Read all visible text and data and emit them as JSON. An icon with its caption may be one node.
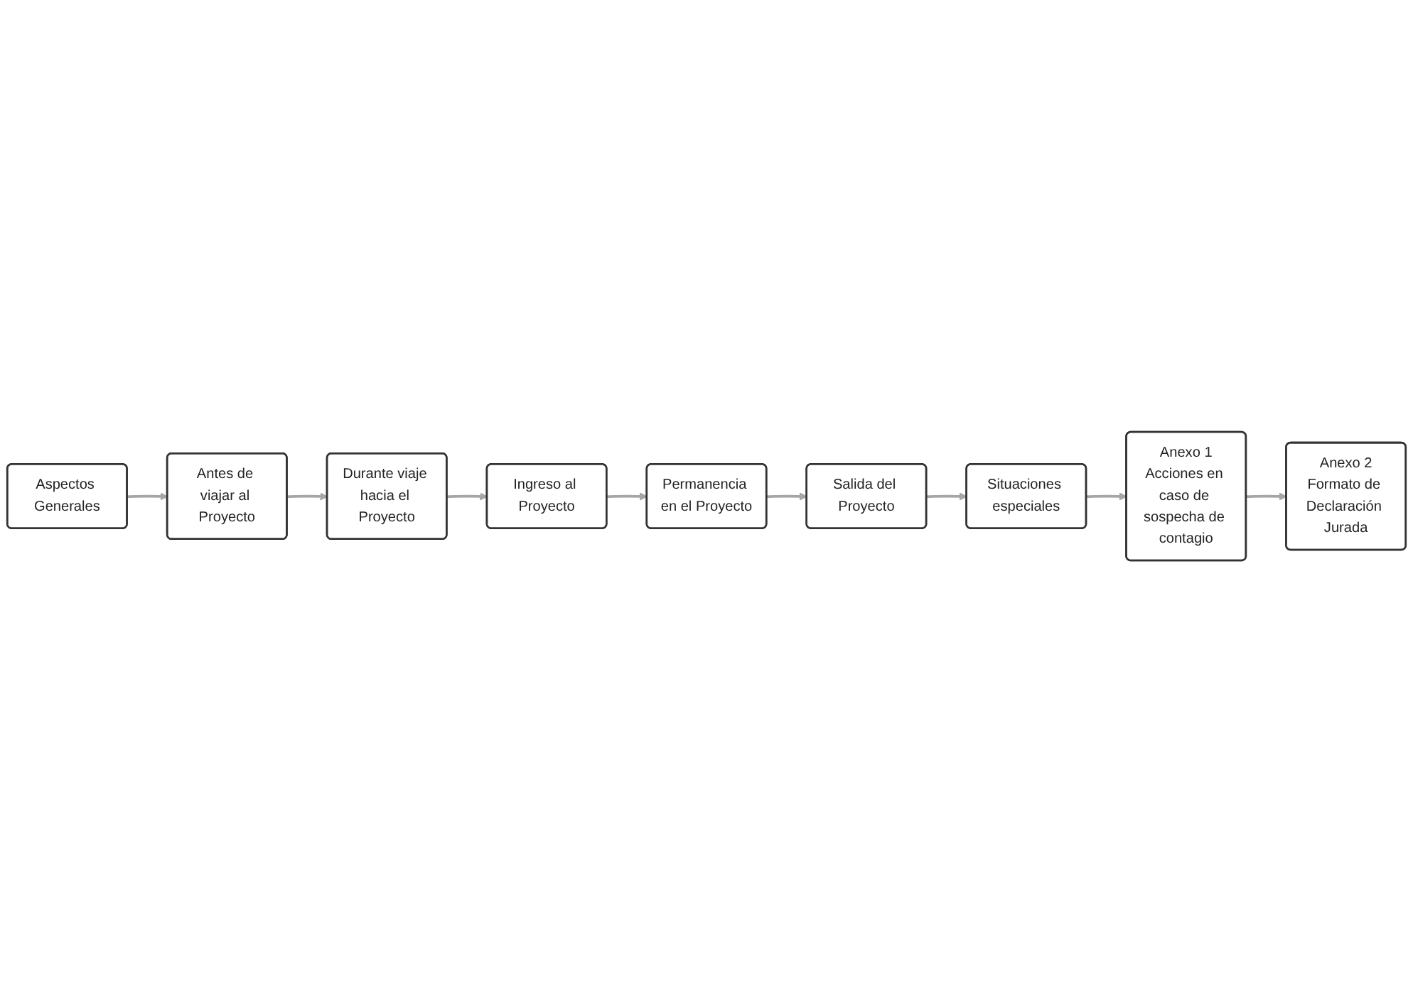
{
  "diagram": {
    "nodes": [
      {
        "text": [
          "Aspectos Generales"
        ]
      },
      {
        "text": [
          "Antes de viajar al Proyecto"
        ]
      },
      {
        "text": [
          "Durante viaje hacia el Proyecto"
        ]
      },
      {
        "text": [
          "Ingreso al Proyecto"
        ]
      },
      {
        "text": [
          "Permanencia en el Proyecto"
        ]
      },
      {
        "text": [
          "Salida del Proyecto"
        ]
      },
      {
        "text": [
          "Situaciones especiales"
        ]
      },
      {
        "text": [
          "Anexo 1",
          "Acciones en caso de sospecha de contagio"
        ]
      },
      {
        "text": [
          "Anexo 2",
          "Formato de Declaración Jurada"
        ]
      }
    ],
    "edges": [
      {
        "from": 0,
        "to": 1,
        "arrow": "to"
      },
      {
        "from": 1,
        "to": 2,
        "arrow": "to"
      },
      {
        "from": 2,
        "to": 3,
        "arrow": "to"
      },
      {
        "from": 3,
        "to": 4,
        "arrow": "to"
      },
      {
        "from": 4,
        "to": 5,
        "arrow": "to"
      },
      {
        "from": 5,
        "to": 6,
        "arrow": "to"
      },
      {
        "from": 6,
        "to": 7,
        "arrow": "to"
      },
      {
        "from": 7,
        "to": 8,
        "arrow": "to"
      }
    ]
  }
}
